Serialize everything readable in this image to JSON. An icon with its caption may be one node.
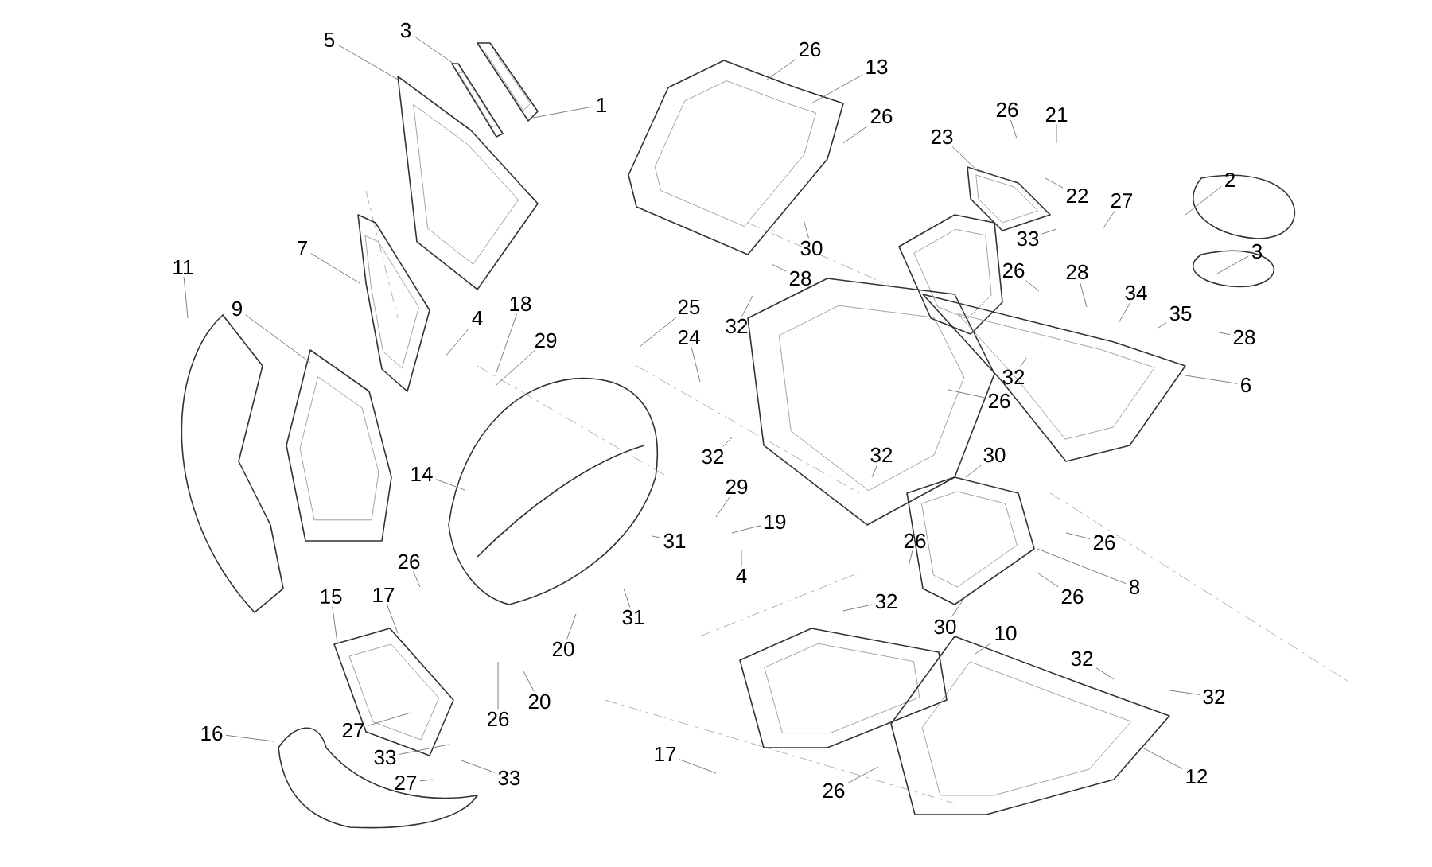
{
  "diagram": {
    "nodes": [
      {
        "text": [
          "1"
        ]
      },
      {
        "text": [
          "5"
        ]
      },
      {
        "text": [
          "3"
        ]
      },
      {
        "text": [
          "11"
        ]
      },
      {
        "text": [
          "9"
        ]
      },
      {
        "text": [
          "7"
        ]
      },
      {
        "text": [
          "4"
        ]
      },
      {
        "text": [
          "18"
        ]
      },
      {
        "text": [
          "29"
        ]
      },
      {
        "text": [
          "25"
        ]
      },
      {
        "text": [
          "24"
        ]
      },
      {
        "text": [
          "26"
        ]
      },
      {
        "text": [
          "13"
        ]
      },
      {
        "text": [
          "26"
        ]
      },
      {
        "text": [
          "23"
        ]
      },
      {
        "text": [
          "26"
        ]
      },
      {
        "text": [
          "21"
        ]
      },
      {
        "text": [
          "22"
        ]
      },
      {
        "text": [
          "2"
        ]
      },
      {
        "text": [
          "27"
        ]
      },
      {
        "text": [
          "33"
        ]
      },
      {
        "text": [
          "3"
        ]
      },
      {
        "text": [
          "30"
        ]
      },
      {
        "text": [
          "28"
        ]
      },
      {
        "text": [
          "32"
        ]
      },
      {
        "text": [
          "26"
        ]
      },
      {
        "text": [
          "28"
        ]
      },
      {
        "text": [
          "34"
        ]
      },
      {
        "text": [
          "35"
        ]
      },
      {
        "text": [
          "28"
        ]
      },
      {
        "text": [
          "6"
        ]
      },
      {
        "text": [
          "32"
        ]
      },
      {
        "text": [
          "26"
        ]
      },
      {
        "text": [
          "14"
        ]
      },
      {
        "text": [
          "32"
        ]
      },
      {
        "text": [
          "32"
        ]
      },
      {
        "text": [
          "30"
        ]
      },
      {
        "text": [
          "29"
        ]
      },
      {
        "text": [
          "19"
        ]
      },
      {
        "text": [
          "31"
        ]
      },
      {
        "text": [
          "4"
        ]
      },
      {
        "text": [
          "26"
        ]
      },
      {
        "text": [
          "26"
        ]
      },
      {
        "text": [
          "8"
        ]
      },
      {
        "text": [
          "26"
        ]
      },
      {
        "text": [
          "31"
        ]
      },
      {
        "text": [
          "32"
        ]
      },
      {
        "text": [
          "30"
        ]
      },
      {
        "text": [
          "10"
        ]
      },
      {
        "text": [
          "26"
        ]
      },
      {
        "text": [
          "17"
        ]
      },
      {
        "text": [
          "15"
        ]
      },
      {
        "text": [
          "20"
        ]
      },
      {
        "text": [
          "20"
        ]
      },
      {
        "text": [
          "26"
        ]
      },
      {
        "text": [
          "32"
        ]
      },
      {
        "text": [
          "32"
        ]
      },
      {
        "text": [
          "12"
        ]
      },
      {
        "text": [
          "16"
        ]
      },
      {
        "text": [
          "27"
        ]
      },
      {
        "text": [
          "33"
        ]
      },
      {
        "text": [
          "27"
        ]
      },
      {
        "text": [
          "33"
        ]
      },
      {
        "text": [
          "17"
        ]
      },
      {
        "text": [
          "26"
        ]
      }
    ],
    "edges": [
      {
        "from": 0,
        "to": null,
        "arrow": "none"
      },
      {
        "from": 1,
        "to": null,
        "arrow": "none"
      },
      {
        "from": 2,
        "to": null,
        "arrow": "none"
      },
      {
        "from": 3,
        "to": null,
        "arrow": "none"
      },
      {
        "from": 4,
        "to": null,
        "arrow": "none"
      },
      {
        "from": 5,
        "to": null,
        "arrow": "none"
      },
      {
        "from": 6,
        "to": null,
        "arrow": "none"
      },
      {
        "from": 7,
        "to": null,
        "arrow": "none"
      },
      {
        "from": 8,
        "to": null,
        "arrow": "none"
      },
      {
        "from": 9,
        "to": null,
        "arrow": "none"
      },
      {
        "from": 10,
        "to": null,
        "arrow": "none"
      },
      {
        "from": 11,
        "to": null,
        "arrow": "none"
      },
      {
        "from": 12,
        "to": null,
        "arrow": "none"
      },
      {
        "from": 13,
        "to": null,
        "arrow": "none"
      },
      {
        "from": 14,
        "to": null,
        "arrow": "none"
      },
      {
        "from": 15,
        "to": null,
        "arrow": "none"
      },
      {
        "from": 16,
        "to": null,
        "arrow": "none"
      },
      {
        "from": 17,
        "to": null,
        "arrow": "none"
      },
      {
        "from": 18,
        "to": null,
        "arrow": "none"
      },
      {
        "from": 19,
        "to": null,
        "arrow": "none"
      },
      {
        "from": 20,
        "to": null,
        "arrow": "none"
      },
      {
        "from": 21,
        "to": null,
        "arrow": "none"
      },
      {
        "from": 22,
        "to": null,
        "arrow": "none"
      },
      {
        "from": 23,
        "to": null,
        "arrow": "none"
      },
      {
        "from": 24,
        "to": null,
        "arrow": "none"
      },
      {
        "from": 25,
        "to": null,
        "arrow": "none"
      },
      {
        "from": 26,
        "to": null,
        "arrow": "none"
      },
      {
        "from": 27,
        "to": null,
        "arrow": "none"
      },
      {
        "from": 28,
        "to": null,
        "arrow": "none"
      },
      {
        "from": 29,
        "to": null,
        "arrow": "none"
      },
      {
        "from": 30,
        "to": null,
        "arrow": "none"
      },
      {
        "from": 31,
        "to": null,
        "arrow": "none"
      },
      {
        "from": 32,
        "to": null,
        "arrow": "none"
      },
      {
        "from": 33,
        "to": null,
        "arrow": "none"
      },
      {
        "from": 34,
        "to": null,
        "arrow": "none"
      },
      {
        "from": 35,
        "to": null,
        "arrow": "none"
      },
      {
        "from": 36,
        "to": null,
        "arrow": "none"
      },
      {
        "from": 37,
        "to": null,
        "arrow": "none"
      },
      {
        "from": 38,
        "to": null,
        "arrow": "none"
      },
      {
        "from": 39,
        "to": null,
        "arrow": "none"
      },
      {
        "from": 40,
        "to": null,
        "arrow": "none"
      },
      {
        "from": 41,
        "to": null,
        "arrow": "none"
      },
      {
        "from": 42,
        "to": null,
        "arrow": "none"
      },
      {
        "from": 43,
        "to": null,
        "arrow": "none"
      },
      {
        "from": 44,
        "to": null,
        "arrow": "none"
      },
      {
        "from": 45,
        "to": null,
        "arrow": "none"
      },
      {
        "from": 46,
        "to": null,
        "arrow": "none"
      },
      {
        "from": 47,
        "to": null,
        "arrow": "none"
      },
      {
        "from": 48,
        "to": null,
        "arrow": "none"
      },
      {
        "from": 49,
        "to": null,
        "arrow": "none"
      },
      {
        "from": 50,
        "to": null,
        "arrow": "none"
      },
      {
        "from": 51,
        "to": null,
        "arrow": "none"
      },
      {
        "from": 52,
        "to": null,
        "arrow": "none"
      },
      {
        "from": 53,
        "to": null,
        "arrow": "none"
      },
      {
        "from": 54,
        "to": null,
        "arrow": "none"
      },
      {
        "from": 55,
        "to": null,
        "arrow": "none"
      },
      {
        "from": 56,
        "to": null,
        "arrow": "none"
      },
      {
        "from": 57,
        "to": null,
        "arrow": "none"
      },
      {
        "from": 58,
        "to": null,
        "arrow": "none"
      },
      {
        "from": 59,
        "to": null,
        "arrow": "none"
      },
      {
        "from": 60,
        "to": null,
        "arrow": "none"
      },
      {
        "from": 61,
        "to": null,
        "arrow": "none"
      },
      {
        "from": 62,
        "to": null,
        "arrow": "none"
      },
      {
        "from": 63,
        "to": null,
        "arrow": "none"
      },
      {
        "from": 64,
        "to": null,
        "arrow": "none"
      }
    ]
  }
}
